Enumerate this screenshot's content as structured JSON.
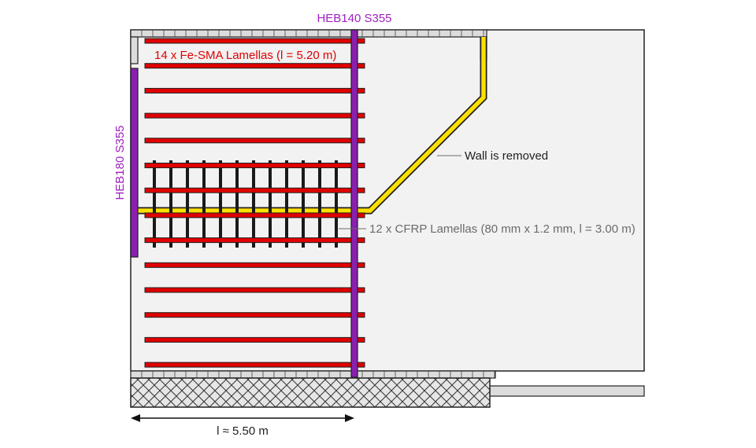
{
  "labels": {
    "heb140": "HEB140 S355",
    "heb180": "HEB180 S355",
    "fe_sma": "14 x Fe-SMA Lamellas (l = 5.20 m)",
    "wall_removed": "Wall is removed",
    "cfrp": "12 x CFRP Lamellas (80 mm x 1.2 mm, l = 3.00 m)",
    "length": "l ≈ 5.50 m"
  },
  "counts": {
    "fe_sma_lamellas": 14,
    "cfrp_lamellas": 12
  },
  "colors": {
    "steel_purple": "#8a1fb0",
    "label_purple": "#a020c0",
    "fe_sma_red": "#e00000",
    "wall_yellow": "#ffe000",
    "cfrp_black": "#1a1a1a",
    "callout_gray": "#6a6a6a",
    "wall_fill": "#f2f2f2"
  }
}
